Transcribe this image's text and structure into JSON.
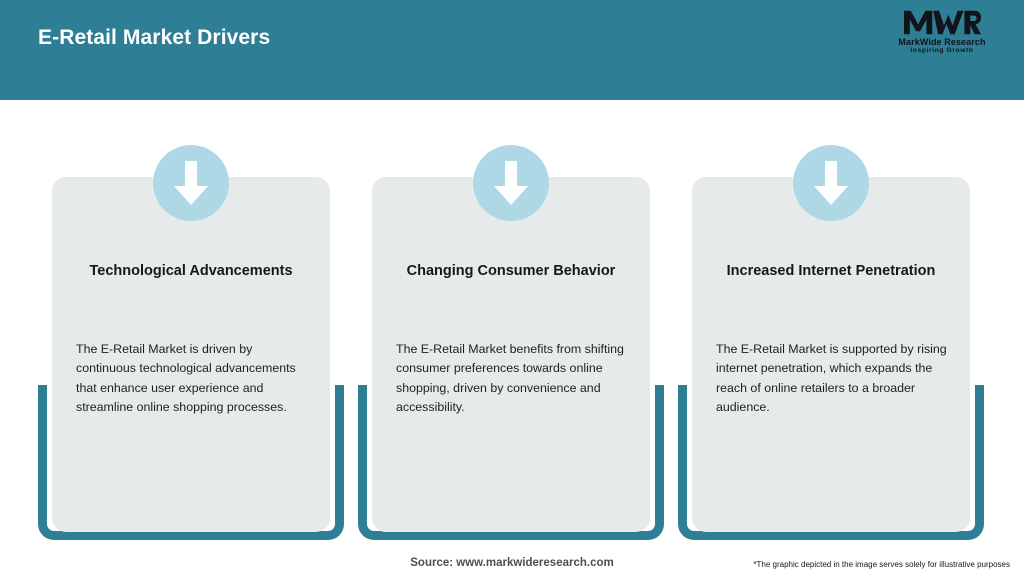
{
  "header": {
    "title": "E-Retail Market Drivers",
    "background_color": "#2E7E96",
    "logo": {
      "mark": "MWR",
      "name": "MarkWide Research",
      "tagline": "Inspiring Growth"
    }
  },
  "cards": [
    {
      "icon": "arrow-down-icon",
      "title": "Technological Advancements",
      "body": "The E-Retail Market is driven by continuous technological advancements that enhance user experience and streamline online shopping processes."
    },
    {
      "icon": "arrow-down-icon",
      "title": "Changing Consumer Behavior",
      "body": "The E-Retail Market benefits from shifting consumer preferences towards online shopping, driven by convenience and accessibility."
    },
    {
      "icon": "arrow-down-icon",
      "title": "Increased Internet Penetration",
      "body": "The E-Retail Market is supported by rising internet penetration, which expands the reach of online retailers to a broader audience."
    }
  ],
  "footer": {
    "source": "Source: www.markwideresearch.com",
    "disclaimer": "*The graphic depicted in the image serves solely for illustrative purposes"
  },
  "colors": {
    "teal": "#2E7E96",
    "badge_blue": "#AFD8E6",
    "card_gray": "#E6EAEA"
  }
}
